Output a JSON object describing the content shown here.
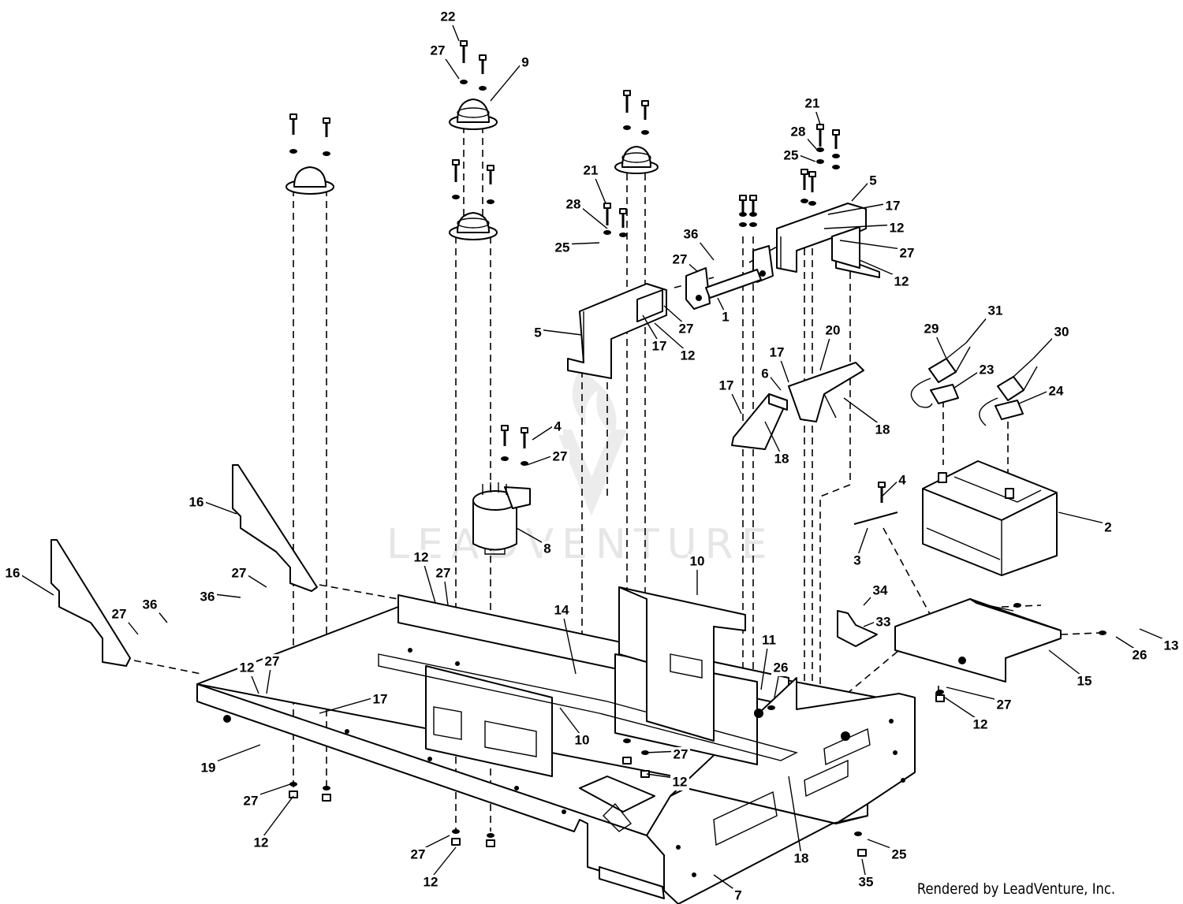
{
  "watermark": "LEADVENTURE",
  "footer": "Rendered by LeadVenture, Inc.",
  "callouts": [
    {
      "id": "c22",
      "text": "22"
    },
    {
      "id": "c27a",
      "text": "27"
    },
    {
      "id": "c9",
      "text": "9"
    },
    {
      "id": "c21a",
      "text": "21"
    },
    {
      "id": "c28a",
      "text": "28"
    },
    {
      "id": "c25a",
      "text": "25"
    },
    {
      "id": "c21b",
      "text": "21"
    },
    {
      "id": "c28b",
      "text": "28"
    },
    {
      "id": "c25b",
      "text": "25"
    },
    {
      "id": "c5a",
      "text": "5"
    },
    {
      "id": "c17a",
      "text": "17"
    },
    {
      "id": "c12a",
      "text": "12"
    },
    {
      "id": "c27b",
      "text": "27"
    },
    {
      "id": "c12b",
      "text": "12"
    },
    {
      "id": "c36a",
      "text": "36"
    },
    {
      "id": "c27c",
      "text": "27"
    },
    {
      "id": "c1",
      "text": "1"
    },
    {
      "id": "c5b",
      "text": "5"
    },
    {
      "id": "c27d",
      "text": "27"
    },
    {
      "id": "c17b",
      "text": "17"
    },
    {
      "id": "c12c",
      "text": "12"
    },
    {
      "id": "c31",
      "text": "31"
    },
    {
      "id": "c29",
      "text": "29"
    },
    {
      "id": "c30",
      "text": "30"
    },
    {
      "id": "c23",
      "text": "23"
    },
    {
      "id": "c24",
      "text": "24"
    },
    {
      "id": "c20",
      "text": "20"
    },
    {
      "id": "c17c",
      "text": "17"
    },
    {
      "id": "c6",
      "text": "6"
    },
    {
      "id": "c17d",
      "text": "17"
    },
    {
      "id": "c18a",
      "text": "18"
    },
    {
      "id": "c18b",
      "text": "18"
    },
    {
      "id": "c4a",
      "text": "4"
    },
    {
      "id": "c27e",
      "text": "27"
    },
    {
      "id": "c8",
      "text": "8"
    },
    {
      "id": "c4b",
      "text": "4"
    },
    {
      "id": "c2",
      "text": "2"
    },
    {
      "id": "c3",
      "text": "3"
    },
    {
      "id": "c16a",
      "text": "16"
    },
    {
      "id": "c16b",
      "text": "16"
    },
    {
      "id": "c27f",
      "text": "27"
    },
    {
      "id": "c36b",
      "text": "36"
    },
    {
      "id": "c27g",
      "text": "27"
    },
    {
      "id": "c36c",
      "text": "36"
    },
    {
      "id": "c12d",
      "text": "12"
    },
    {
      "id": "c27h",
      "text": "27"
    },
    {
      "id": "c10a",
      "text": "10"
    },
    {
      "id": "c14",
      "text": "14"
    },
    {
      "id": "c34",
      "text": "34"
    },
    {
      "id": "c33",
      "text": "33"
    },
    {
      "id": "c11",
      "text": "11"
    },
    {
      "id": "c26a",
      "text": "26"
    },
    {
      "id": "c13",
      "text": "13"
    },
    {
      "id": "c26b",
      "text": "26"
    },
    {
      "id": "c15",
      "text": "15"
    },
    {
      "id": "c27i",
      "text": "27"
    },
    {
      "id": "c12e",
      "text": "12"
    },
    {
      "id": "c12f",
      "text": "12"
    },
    {
      "id": "c27j",
      "text": "27"
    },
    {
      "id": "c17e",
      "text": "17"
    },
    {
      "id": "c19",
      "text": "19"
    },
    {
      "id": "c10b",
      "text": "10"
    },
    {
      "id": "c27k",
      "text": "27"
    },
    {
      "id": "c12g",
      "text": "12"
    },
    {
      "id": "c27l",
      "text": "27"
    },
    {
      "id": "c12h",
      "text": "12"
    },
    {
      "id": "c27m",
      "text": "27"
    },
    {
      "id": "c12i",
      "text": "12"
    },
    {
      "id": "c25c",
      "text": "25"
    },
    {
      "id": "c35",
      "text": "35"
    },
    {
      "id": "c18c",
      "text": "18"
    },
    {
      "id": "c7",
      "text": "7"
    }
  ]
}
